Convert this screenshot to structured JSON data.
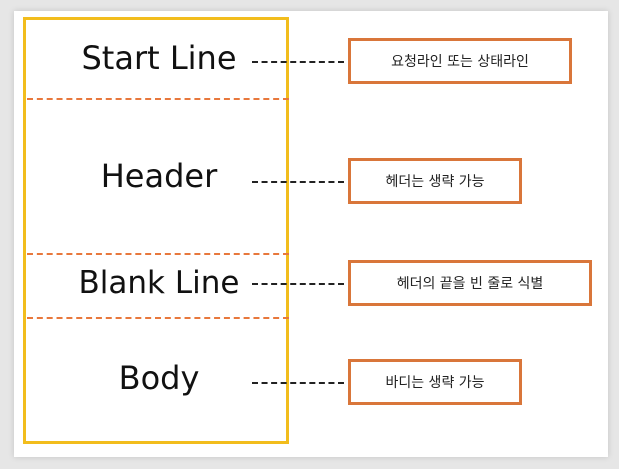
{
  "sections": [
    {
      "label": "Start Line",
      "note": "요청라인 또는 상태라인"
    },
    {
      "label": "Header",
      "note": "헤더는 생략 가능"
    },
    {
      "label": "Blank Line",
      "note": "헤더의 끝을 빈 줄로 식별"
    },
    {
      "label": "Body",
      "note": "바디는 생략 가능"
    }
  ],
  "colors": {
    "frame_border": "#f2bd1d",
    "divider": "#e8783c",
    "note_border": "#d9763a",
    "connector": "#222222"
  }
}
